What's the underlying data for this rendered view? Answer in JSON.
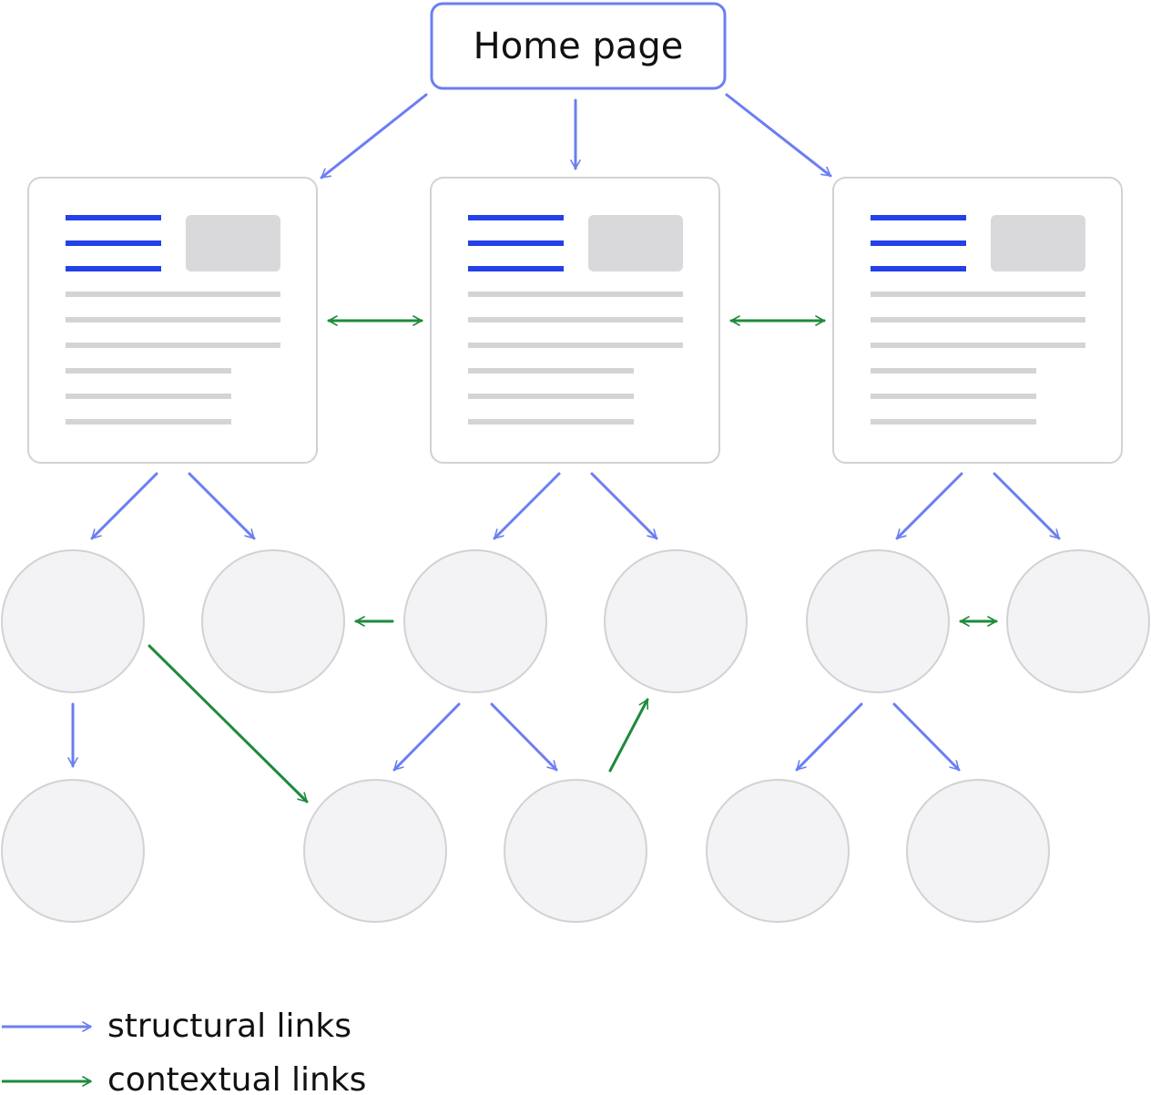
{
  "diagram": {
    "home": {
      "label": "Home page"
    },
    "colors": {
      "structural": "#6b7ef2",
      "contextual": "#1f8a3c",
      "heading_lines": "#2440e8",
      "text_lines": "#d4d3d6",
      "image_block": "#d9d8db",
      "node_fill": "#f3f2f4",
      "node_stroke": "#d2d1d4",
      "card_stroke": "#d2d1d4"
    },
    "legend": [
      {
        "label": "structural links",
        "kind": "structural"
      },
      {
        "label": "contextual links",
        "kind": "contextual"
      }
    ]
  }
}
